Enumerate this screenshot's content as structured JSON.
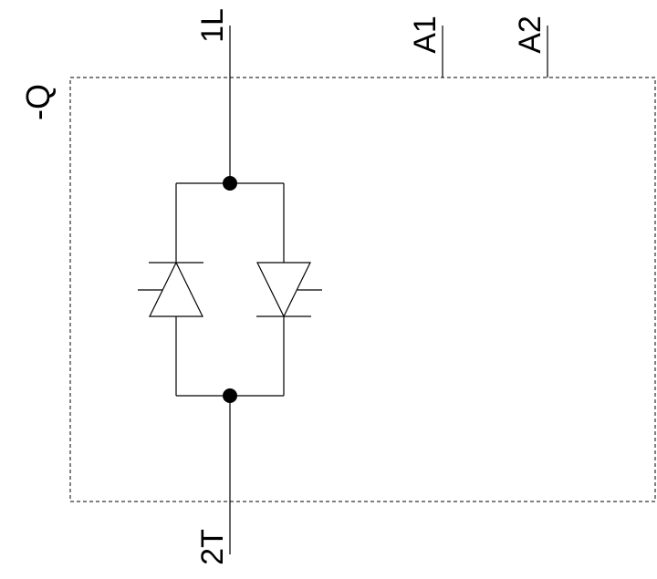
{
  "device_label": "-Q",
  "terminals": {
    "line_in": "1L",
    "control_1": "A1",
    "control_2": "A2",
    "load_out": "2T"
  },
  "colors": {
    "background": "#ffffff",
    "stroke": "#000000"
  },
  "components": [
    {
      "type": "thyristor",
      "orientation": "anode-bottom"
    },
    {
      "type": "thyristor",
      "orientation": "anode-top"
    }
  ]
}
